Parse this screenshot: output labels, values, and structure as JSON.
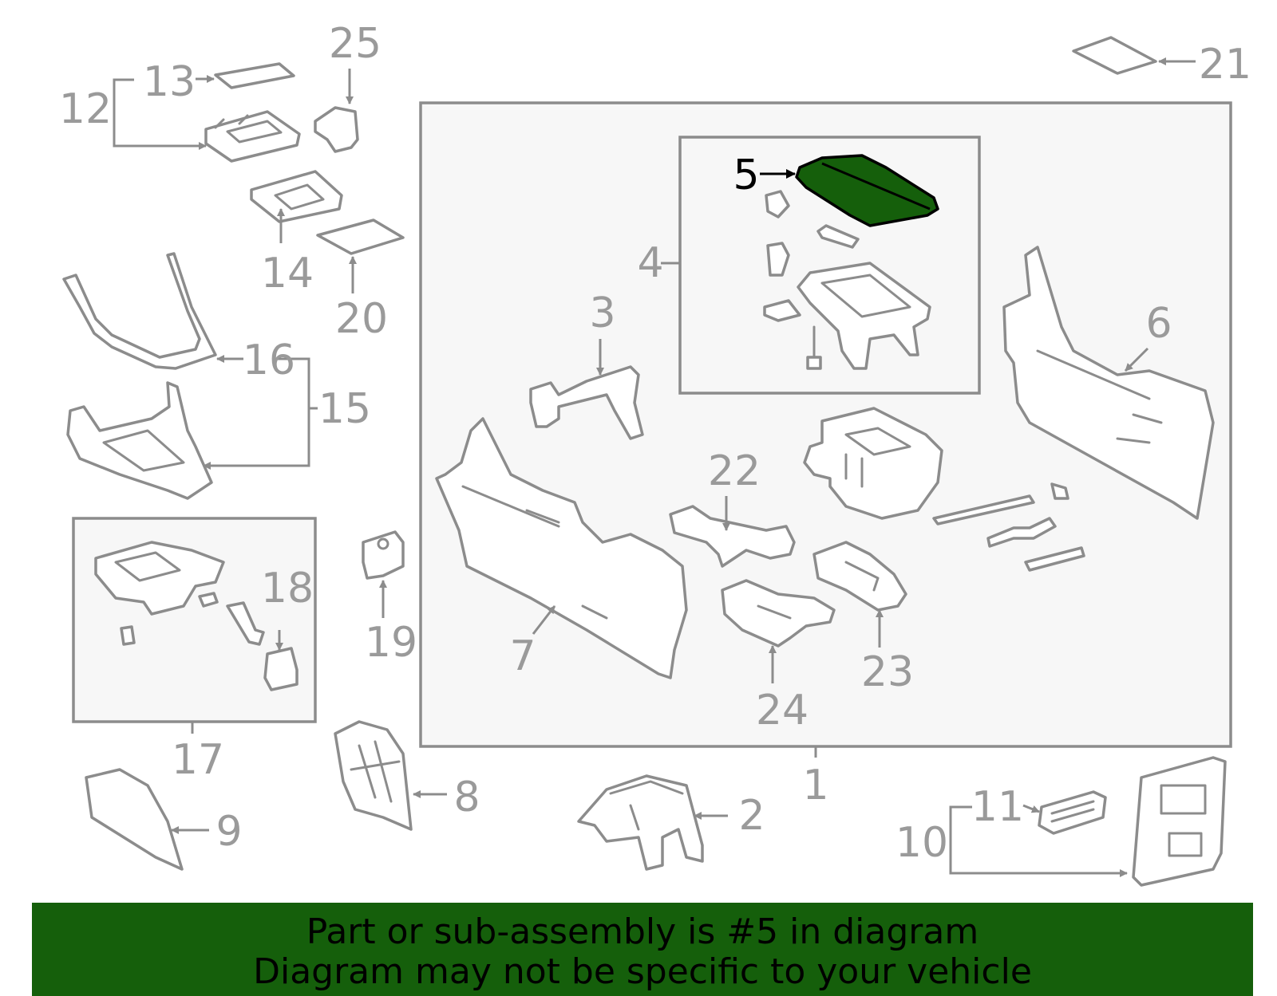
{
  "highlight_color": "#155f0b",
  "line_color": "#8c8c8c",
  "highlighted_part": "5",
  "callouts": {
    "c1": "1",
    "c2": "2",
    "c3": "3",
    "c4": "4",
    "c5": "5",
    "c6": "6",
    "c7": "7",
    "c8": "8",
    "c9": "9",
    "c10": "10",
    "c11": "11",
    "c12": "12",
    "c13": "13",
    "c14": "14",
    "c15": "15",
    "c16": "16",
    "c17": "17",
    "c18": "18",
    "c19": "19",
    "c20": "20",
    "c21": "21",
    "c22": "22",
    "c23": "23",
    "c24": "24",
    "c25": "25"
  },
  "banner": {
    "line1": "Part or sub-assembly is #5 in diagram",
    "line2": "Diagram may not be specific to your vehicle"
  }
}
